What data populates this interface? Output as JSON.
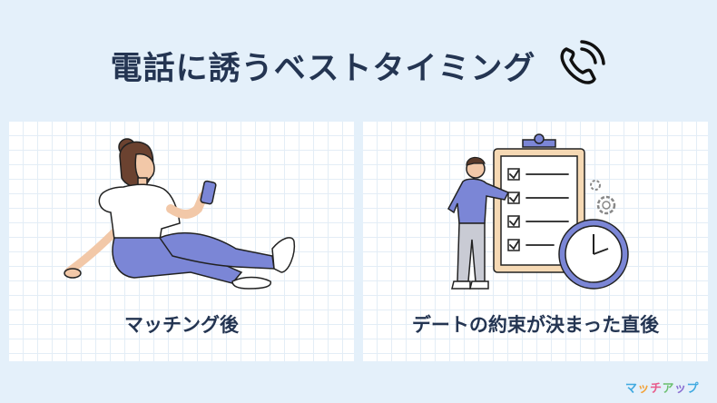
{
  "title": "電話に誘うベストタイミング",
  "cards": [
    {
      "label": "マッチング後"
    },
    {
      "label": "デートの約束が決まった直後"
    }
  ],
  "brand": {
    "text": "マッチアップ",
    "colors": [
      "#3fa9e0",
      "#f2a33a",
      "#e85a8a",
      "#6cc070",
      "#8a6fd1",
      "#3fa9e0"
    ]
  },
  "colors": {
    "background": "#e4f0fa",
    "title": "#243552",
    "accent": "#7b86d6"
  },
  "icons": {
    "title": "phone-icon",
    "left_card": "woman-with-phone-illustration",
    "right_card": "man-with-checklist-clock-illustration"
  }
}
